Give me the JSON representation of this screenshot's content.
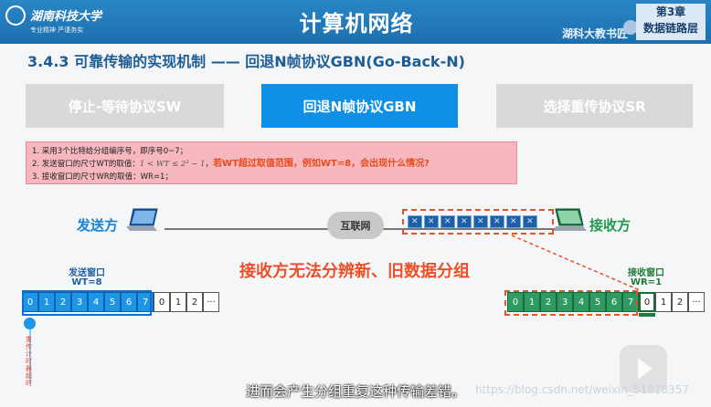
{
  "header": {
    "logo_name": "湖南科技大学",
    "logo_motto": "专业精神  严谨务实",
    "title": "计算机网络",
    "subtitle_right": "湖科大教书匠",
    "chapter_line1": "第3章",
    "chapter_line2": "数据链路层"
  },
  "section_title": "3.4.3 可靠传输的实现机制 —— 回退N帧协议GBN(Go-Back-N)",
  "tabs": [
    {
      "label": "停止-等待协议SW"
    },
    {
      "label": "回退N帧协议GBN"
    },
    {
      "label": "选择重传协议SR"
    }
  ],
  "note": {
    "line1": "1. 采用3个比特给分组编序号，即序号0~7；",
    "line2_prefix": "2. 发送窗口的尺寸WT的取值：",
    "line2_formula": "1 < WT ≤ 2³ − 1",
    "line2_highlight": "若WT超过取值范围，例如WT=8，会出现什么情况?",
    "line3": "3. 接收窗口的尺寸WR的取值：WR=1；"
  },
  "network": {
    "sender_label": "发送方",
    "receiver_label": "接收方",
    "cloud_label": "互联网",
    "packet_count": 8,
    "warning": "接收方无法分辨新、旧数据分组"
  },
  "send_window": {
    "title": "发送窗口",
    "size_label": "WT=8",
    "seq": [
      "0",
      "1",
      "2",
      "3",
      "4",
      "5",
      "6",
      "7",
      "0",
      "1",
      "2",
      "···"
    ]
  },
  "recv_window": {
    "title": "接收窗口",
    "size_label": "WR=1",
    "seq": [
      "0",
      "1",
      "2",
      "3",
      "4",
      "5",
      "6",
      "7",
      "0",
      "1",
      "2",
      "···"
    ]
  },
  "timer_text": "重传计时器超时",
  "caption": "进而会产生分组重复这种传输差错。",
  "watermark": "https://blog.csdn.net/weixin_51818357",
  "colors": {
    "accent": "#0f8fe6",
    "header": "#1c6fae",
    "warn": "#ef4f27",
    "green": "#2f9a62"
  }
}
